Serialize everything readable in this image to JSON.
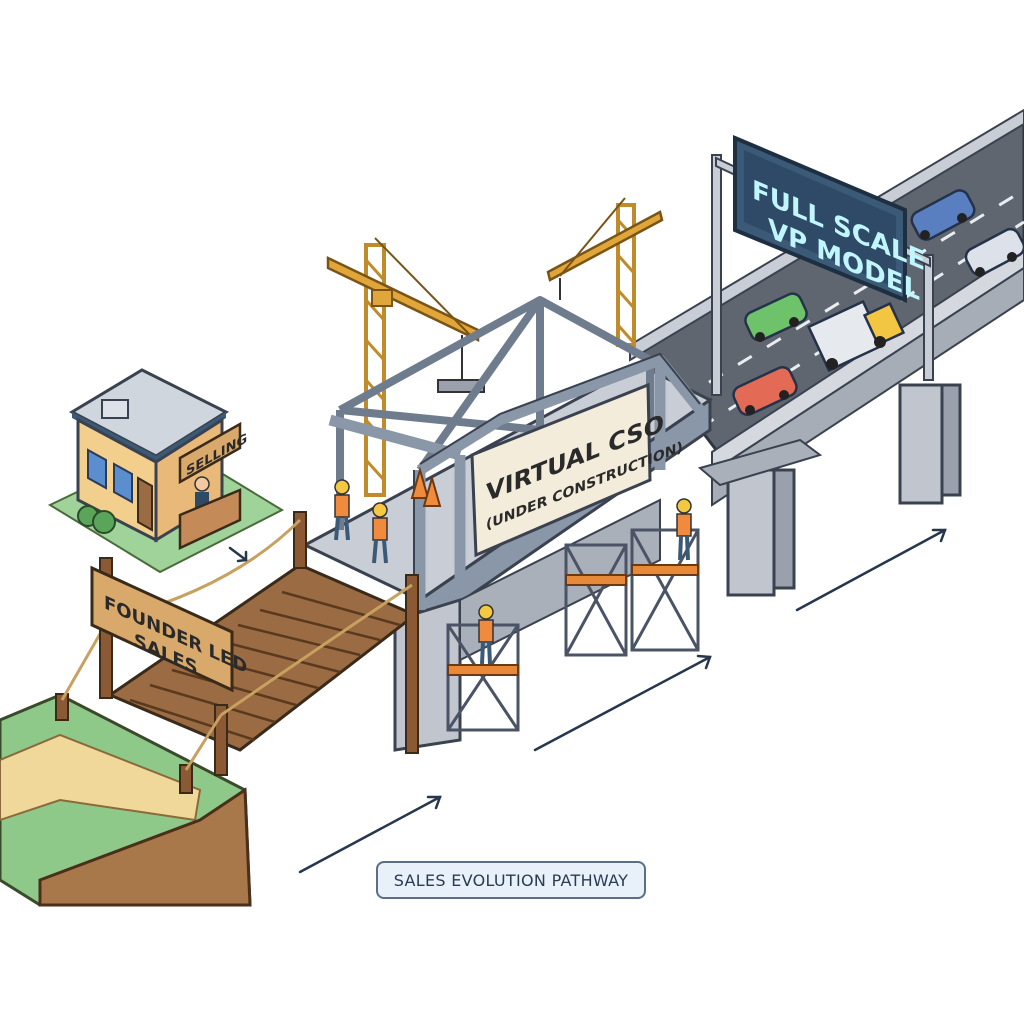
{
  "signs": {
    "shop": "SELLING",
    "founder_line1": "FOUNDER LED",
    "founder_line2": "SALES",
    "virtual_line1": "VIRTUAL CSO",
    "virtual_line2": "(UNDER CONSTRUCTION)",
    "full_line1": "FULL SCALE",
    "full_line2": "VP MODEL"
  },
  "caption": "SALES EVOLUTION PATHWAY",
  "colors": {
    "grass": "#8fc98a",
    "soil": "#a9784a",
    "wood": "#9b6b43",
    "steel": "#8a97a8",
    "concrete": "#b9bec6",
    "road": "#5f6670",
    "crane": "#e0a63a",
    "scaffold_plank": "#e8893a",
    "banner": "#f3ecdb",
    "sign_panel": "#3b5a78",
    "glow_text": "#bff6ff"
  }
}
